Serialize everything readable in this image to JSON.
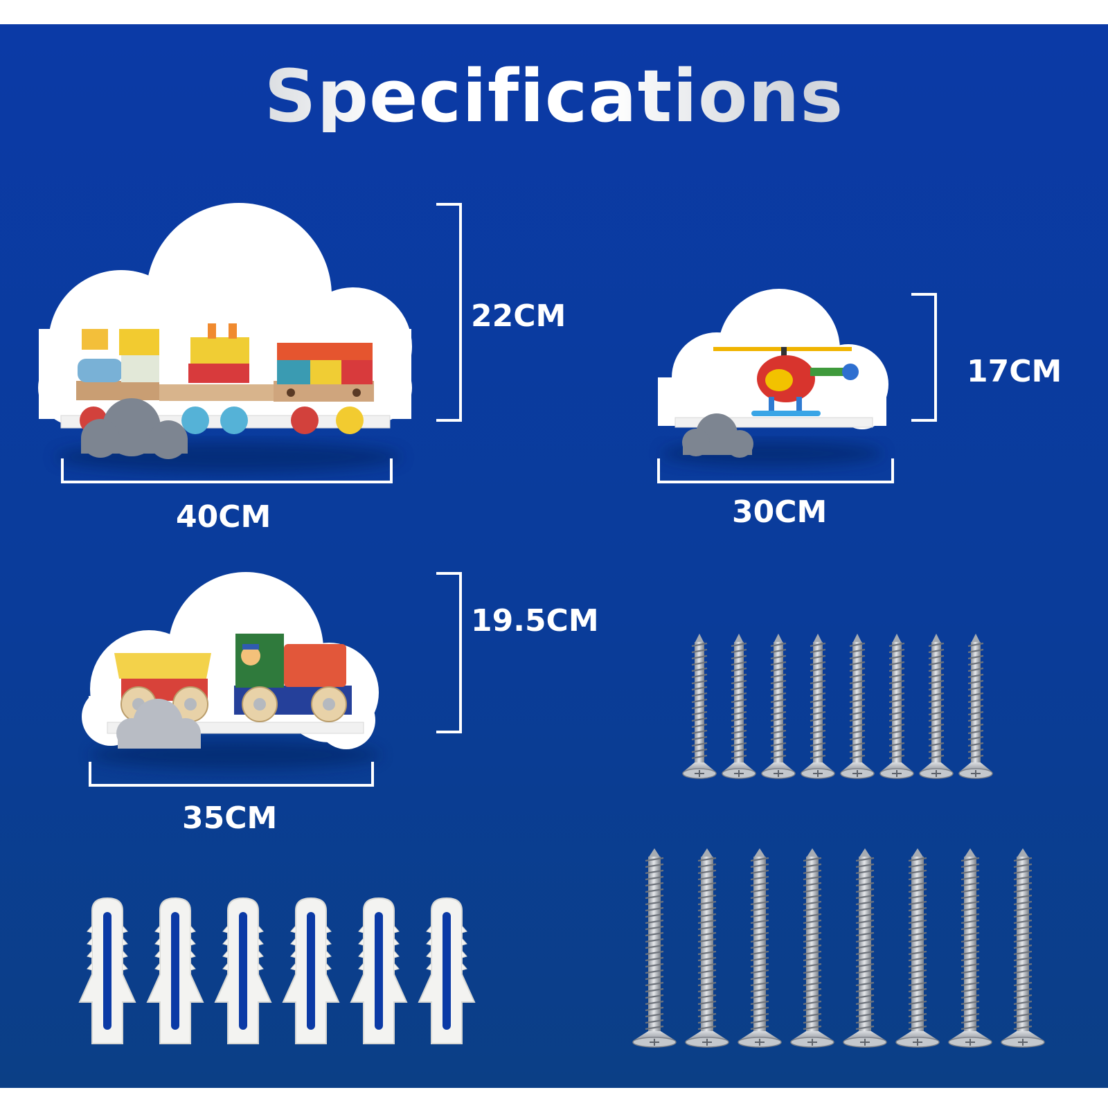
{
  "title": "Specifications",
  "shelves": [
    {
      "name": "large-cloud-shelf",
      "height_label": "22CM",
      "width_label": "40CM",
      "toy": "wooden-train"
    },
    {
      "name": "small-cloud-shelf",
      "height_label": "17CM",
      "width_label": "30CM",
      "toy": "toy-helicopter"
    },
    {
      "name": "medium-cloud-shelf",
      "height_label": "19.5CM",
      "width_label": "35CM",
      "toy": "wooden-truck"
    }
  ],
  "hardware": {
    "short_screws": 8,
    "long_screws": 8,
    "wall_anchors": 6
  },
  "colors": {
    "background": "#0b3aa6",
    "shelf": "#ffffff",
    "shelf_accent_cloud": "#7d8591",
    "screw": "#b9bec6",
    "anchor": "#f3f3f1"
  }
}
